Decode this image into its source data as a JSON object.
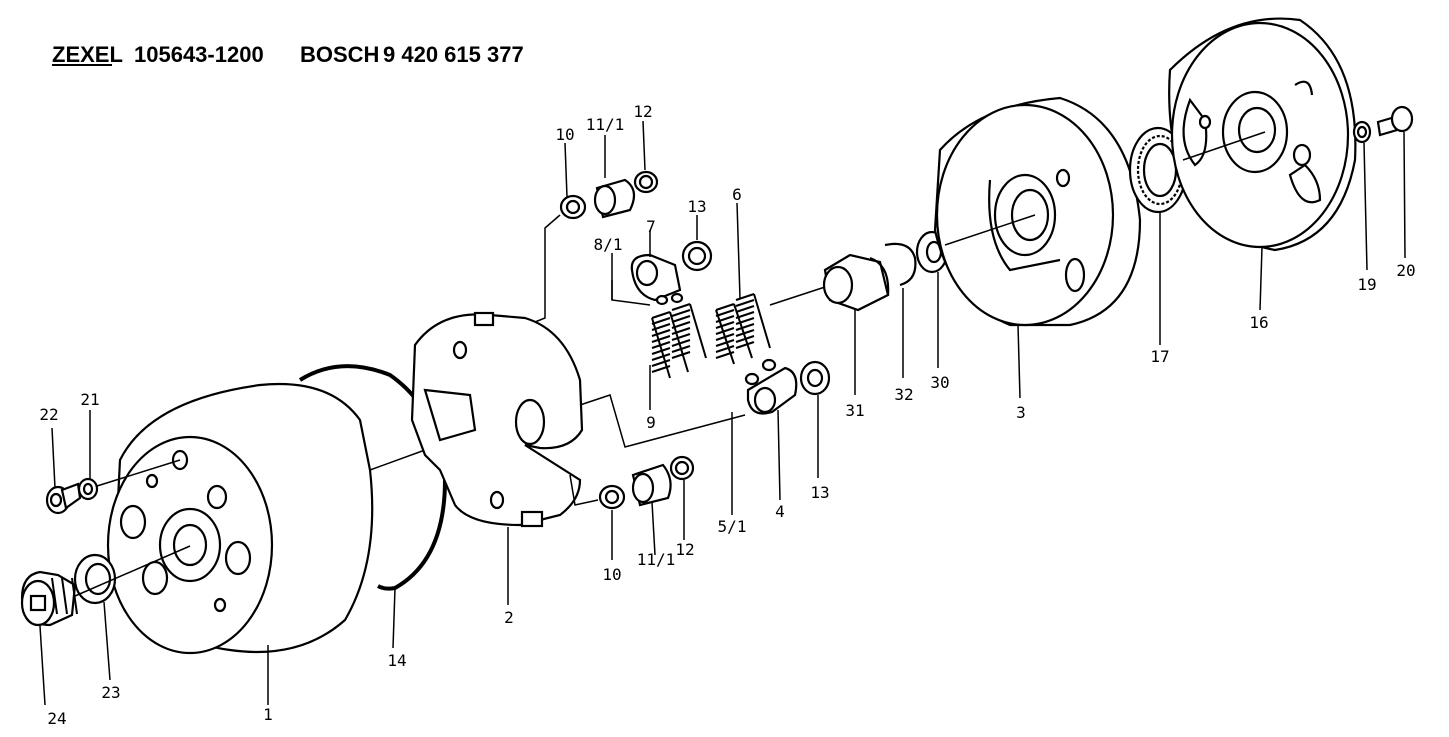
{
  "header": {
    "zexel_label": "ZEXEL",
    "zexel_number": "105643-1200",
    "bosch_label": "BOSCH",
    "bosch_number": "9 420 615 377"
  },
  "callouts": {
    "c1": "1",
    "c2": "2",
    "c3": "3",
    "c4": "4",
    "c5_1": "5/1",
    "c6": "6",
    "c7": "7",
    "c8_1": "8/1",
    "c9": "9",
    "c10_top": "10",
    "c10_bottom": "10",
    "c11_1_top": "11/1",
    "c11_1_bottom": "11/1",
    "c12_top": "12",
    "c12_bottom": "12",
    "c13_top": "13",
    "c13_bottom": "13",
    "c14": "14",
    "c16": "16",
    "c17": "17",
    "c19": "19",
    "c20": "20",
    "c21": "21",
    "c22": "22",
    "c23": "23",
    "c24": "24",
    "c30": "30",
    "c31": "31",
    "c32": "32"
  }
}
